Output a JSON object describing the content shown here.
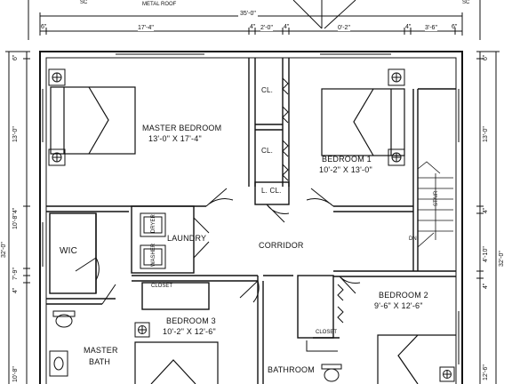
{
  "header": {
    "roof_label": "METAL ROOF",
    "edge_left": "SC",
    "edge_right": "SC",
    "overall_width": "35'-0\""
  },
  "top_dims": [
    "6\"",
    "17'-4\"",
    "4\"",
    "2'-0\"",
    "4\"",
    "0'-2\"",
    "4\"",
    "3'-6\"",
    "6\""
  ],
  "left_dims": [
    "6\"",
    "13'-0\"",
    "10'-8\"",
    "7'-9\"",
    "32'-0\"",
    "4\"",
    "4\"",
    "10'-8\""
  ],
  "right_dims": [
    "6\"",
    "13'-0\"",
    "4\"",
    "4'-10\"",
    "32'-0\"",
    "4\"",
    "12'-6\""
  ],
  "rooms": {
    "master_bedroom": {
      "name": "MASTER BEDROOM",
      "size": "13'-0\" X 17'-4\""
    },
    "bedroom1": {
      "name": "BEDROOM 1",
      "size": "10'-2\" X 13'-0\""
    },
    "bedroom2": {
      "name": "BEDROOM 2",
      "size": "9'-6\" X 12'-6\""
    },
    "bedroom3": {
      "name": "BEDROOM 3",
      "size": "10'-2\" X 12'-6\""
    },
    "corridor": "CORRIDOR",
    "laundry": "LAUNDRY",
    "wic": "WIC",
    "master_bath": [
      "MASTER",
      "BATH"
    ],
    "bathroom": "BATHROOM",
    "cl_upper": "CL.",
    "cl_lower": "CL.",
    "linen_closet": "L. CL.",
    "closet_b3": "CLOSET",
    "closet_b2": "CLOSET",
    "dryer": "DRYER",
    "washer": "WASHER",
    "stair": "STAIR",
    "down": "DN"
  }
}
